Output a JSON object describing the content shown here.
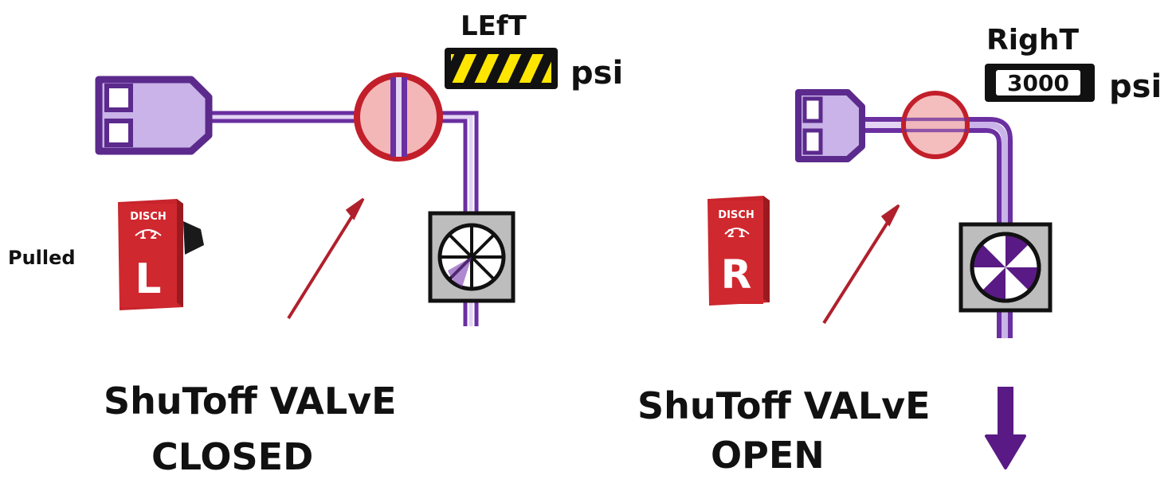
{
  "left_panel": {
    "title": "LEfT",
    "psi_unit": "psi",
    "handle_state_label": "Pulled",
    "handle_header": "DISCH",
    "handle_numbers": "1    2",
    "handle_letter": "L",
    "valve_caption_line1": "ShuToff  VALvE",
    "valve_caption_line2": "CLOSED",
    "gauge_display": "striped-yellow-black"
  },
  "right_panel": {
    "title": "RighT",
    "psi_value": "3000",
    "psi_unit": "psi",
    "handle_header": "DISCH",
    "handle_numbers": "2    1",
    "handle_letter": "R",
    "valve_caption_line1": "ShuToff  VALvE",
    "valve_caption_line2": "OPEN"
  },
  "colors": {
    "bottle_fill": "#c9b3e8",
    "bottle_outline": "#5b2a8c",
    "pipe": "#6a2fa0",
    "valve_fill": "#f4b7b7",
    "valve_outline": "#c21f2a",
    "handle_red": "#c8242c",
    "arrow_red": "#b0202c",
    "fan_box": "#bdbdbd",
    "gauge_yellow": "#ffe600",
    "flow_arrow": "#5a1a85"
  },
  "icons": [
    "extinguisher-bottle-icon",
    "shutoff-valve-icon",
    "discharge-handle-icon",
    "fan-filter-icon",
    "flow-down-arrow-icon",
    "pointer-arrow-icon"
  ]
}
